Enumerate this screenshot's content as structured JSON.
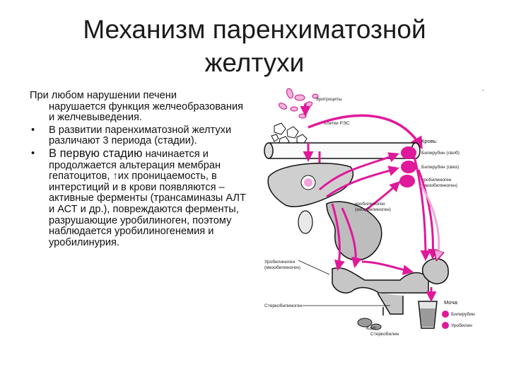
{
  "title": {
    "line1": "Механизм паренхиматозной",
    "line2": "желтухи"
  },
  "body": {
    "intro_first": "При любом нарушении печени",
    "intro_rest": "нарушается функция желчеобразования и желчевыведения.",
    "bullets": [
      {
        "marker": "•",
        "text": "В развитии паренхиматозной желтухи различают 3 периода (стадии)."
      },
      {
        "marker": "•",
        "lead": "В первую стадию",
        "text": " начинается и продолжается альтерация мембран гепатоцитов, ↑их проницаемость, в интерстиций и в крови появляются – активные ферменты (трансаминазы АЛТ и АСТ и др.), повреждаются ферменты, разрушающие уробилиноген, поэтому наблюдается уробилиногенемия и уробилинурия."
      }
    ]
  },
  "diagram": {
    "labels": {
      "erythrocytes": "Эритроциты",
      "res_cells": "Клетки РЭС",
      "blood": "Кровь:",
      "bilirubin_free": "Билирубин (своб)",
      "bilirubin_bound": "Билирубин (связ)",
      "urobilinogen_blood_1": "уробилиноген",
      "urobilinogen_blood_2": "(мезобилиноген)",
      "urobilinogen_mid_1": "уробилиноген",
      "urobilinogen_mid_2": "(мезобилиноген)",
      "urobilinogen_low_1": "Уробилиноген",
      "urobilinogen_low_2": "(мезобилиноген)",
      "stercobilinogen": "Стеркобилиноген",
      "urine": "Моча:",
      "urine_bilirubin": "Билирубин",
      "urine_urobilin": "Уробилин",
      "feces_1": "Кал:",
      "feces_2": "Стеркобилин",
      "corner_mark": "-"
    },
    "colors": {
      "accent": "#e0189a",
      "outline": "#111111"
    }
  }
}
